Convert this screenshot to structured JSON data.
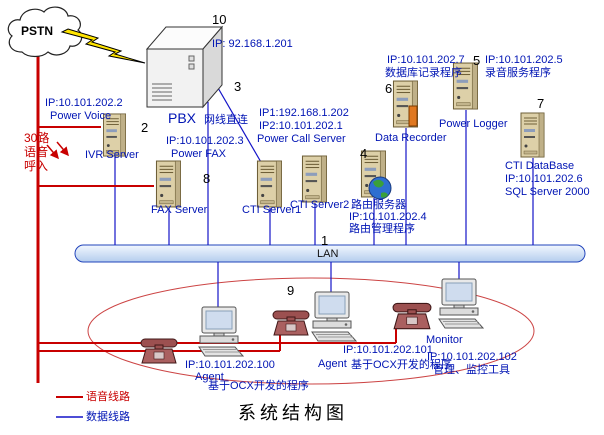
{
  "title": "系统结构图",
  "legend": {
    "voice_label": "语音线路",
    "data_label": "数据线路"
  },
  "colors": {
    "voice_line": "#cc0000",
    "data_line": "#1414c8",
    "label_text": "#0014b4"
  },
  "nodes": {
    "pstn": {
      "label": "PSTN"
    },
    "pbx": {
      "num": "10",
      "ip": "IP: 92.168.1.201",
      "conn_num": "3",
      "label": "PBX",
      "link_note": "网线直连"
    },
    "ivr": {
      "ip": "IP:10.101.202.2",
      "app": "Power Voice",
      "num": "2",
      "label": "IVR Server",
      "voice_note": "30路语音呼入"
    },
    "fax": {
      "ip": "IP:10.101.202.3",
      "app": "Power FAX",
      "num": "8",
      "label": "FAX Server"
    },
    "cti": {
      "ip1": "IP1:192.168.1.202",
      "ip2": "IP2:10.101.202.1",
      "app": "Power Call Server",
      "server1_label": "CTI  Server1",
      "server2_label": "CTI  Server2"
    },
    "router": {
      "num": "4",
      "label": "路由服务器",
      "ip": "IP:10.101.202.4",
      "app": "路由管理程序"
    },
    "recorder": {
      "num": "6",
      "ip": "IP:10.101.202.7",
      "app": "数据库记录程序",
      "label": "Data Recorder"
    },
    "logger": {
      "num": "5",
      "ip": "IP:10.101.202.5",
      "app": "录音服务程序",
      "label": "Power Logger"
    },
    "database": {
      "num": "7",
      "label": "CTI DataBase",
      "ip": "IP:10.101.202.6",
      "app": "SQL Server 2000"
    },
    "lan": {
      "num": "1",
      "label": "LAN"
    },
    "workgroup": {
      "num": "9"
    },
    "agent1": {
      "ip": "IP:10.101.202.100",
      "label": "Agent",
      "app": "基于OCX开发的程序"
    },
    "agent2": {
      "ip": "IP:10.101.202.101",
      "label": "Agent",
      "app": "基于OCX开发的程序"
    },
    "monitor": {
      "label": "Monitor",
      "ip": "IP:10.101.202.102",
      "app": "管理、监控工具"
    }
  }
}
